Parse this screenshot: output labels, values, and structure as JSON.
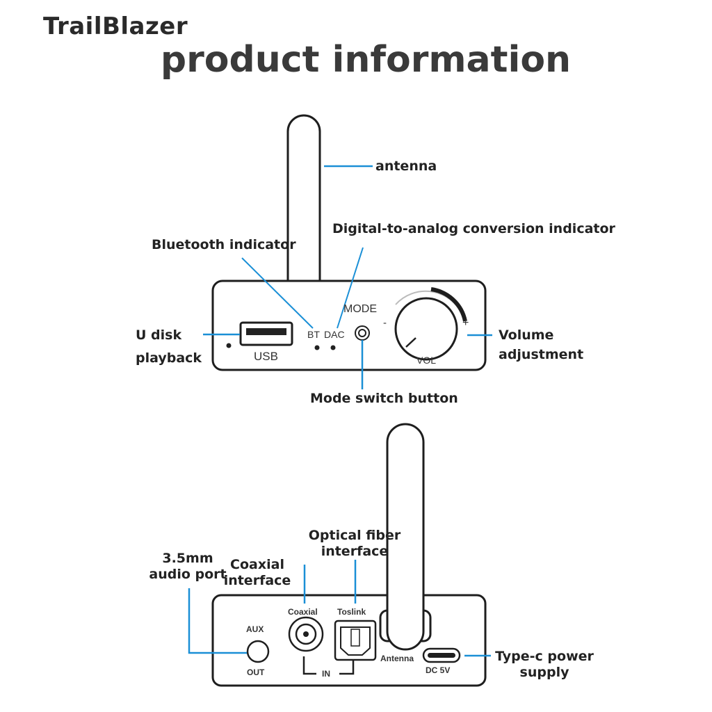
{
  "brand": "TrailBlazer",
  "title": "product information",
  "front": {
    "labels": {
      "antenna": "antenna",
      "dac_indicator": "Digital-to-analog conversion indicator",
      "bt_indicator": "Bluetooth indicator",
      "udisk_line1": "U disk",
      "udisk_line2": "playback",
      "volume_line1": "Volume",
      "volume_line2": "adjustment",
      "mode_switch": "Mode switch button"
    },
    "panel": {
      "usb": "USB",
      "bt": "BT",
      "dac": "DAC",
      "mode": "MODE",
      "vol": "VOL",
      "minus": "-",
      "plus": "+"
    }
  },
  "back": {
    "labels": {
      "optical_line1": "Optical fiber",
      "optical_line2": "interface",
      "aux_line1": "3.5mm",
      "aux_line2": "audio port",
      "coaxial_line1": "Coaxial",
      "coaxial_line2": "interface",
      "typec_line1": "Type-c power",
      "typec_line2": "supply"
    },
    "panel": {
      "aux": "AUX",
      "out": "OUT",
      "coaxial": "Coaxial",
      "toslink": "Toslink",
      "in": "IN",
      "antenna": "Antenna",
      "dc": "DC 5V"
    }
  },
  "colors": {
    "callout": "#1a8fd6",
    "outline": "#1e1e1e"
  }
}
